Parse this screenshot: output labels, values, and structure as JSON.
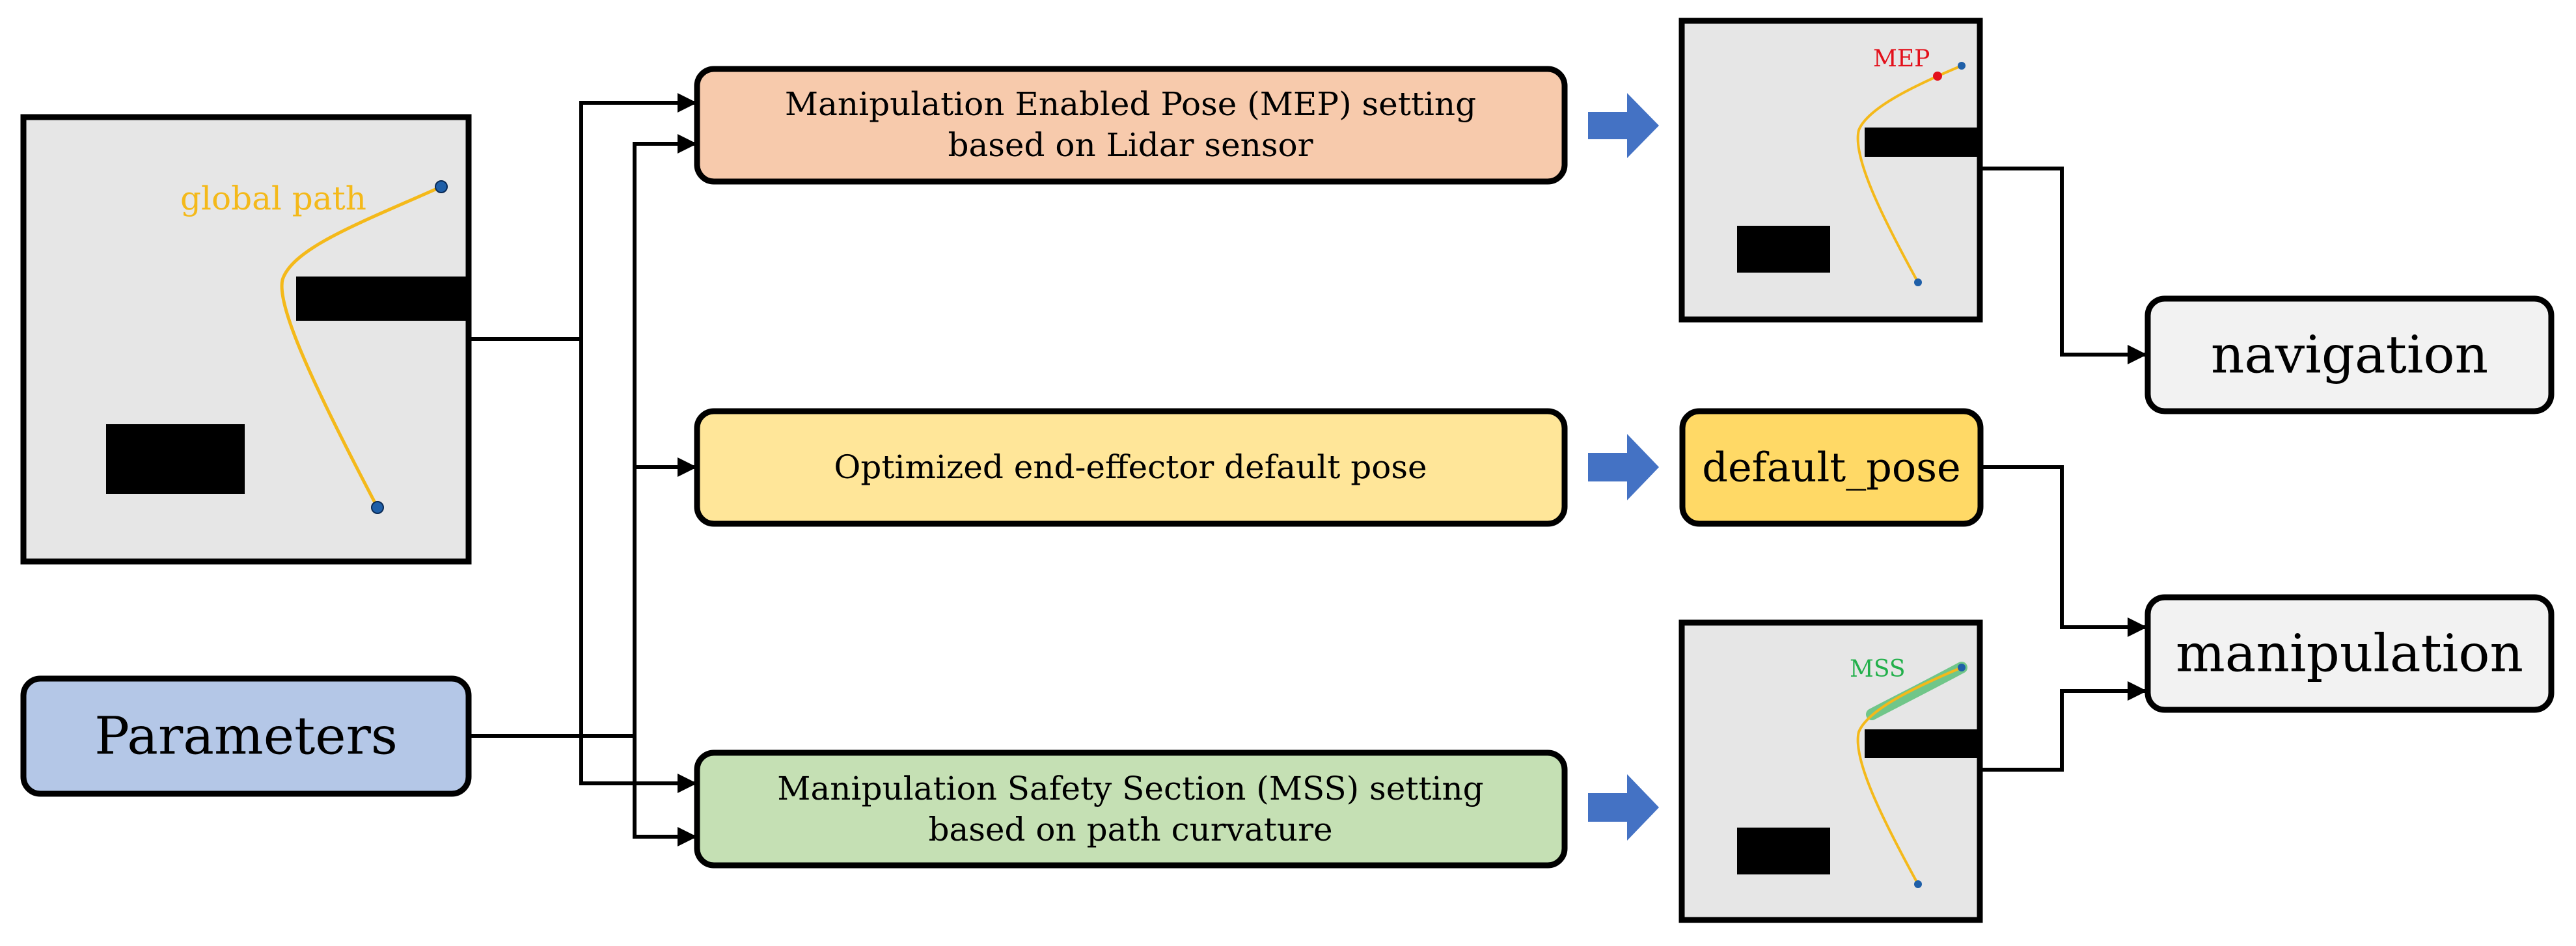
{
  "left_map": {
    "path_label": "global path"
  },
  "parameters_box": {
    "label": "Parameters"
  },
  "mep_box": {
    "line1": "Manipulation Enabled Pose (MEP) setting",
    "line2": "based on Lidar sensor"
  },
  "default_pose_box": {
    "label": "Optimized end-effector default pose"
  },
  "mss_box": {
    "line1": "Manipulation Safety Section (MSS) setting",
    "line2": "based on path curvature"
  },
  "mep_map": {
    "marker_label": "MEP"
  },
  "default_pose_output": {
    "label": "default_pose"
  },
  "mss_map": {
    "marker_label": "MSS"
  },
  "navigation_box": {
    "label": "navigation"
  },
  "manipulation_box": {
    "label": "manipulation"
  },
  "colors": {
    "path": "#f4b91a",
    "endpoint": "#1f5fa8",
    "mep_marker": "#e3101b",
    "mss_marker": "#22b04b",
    "mep_fill": "#f7caac",
    "default_fill": "#ffe699",
    "default_output_fill": "#ffd966",
    "mss_fill": "#c5e0b4",
    "parameters_fill": "#b4c7e7",
    "map_fill": "#e6e6e6",
    "output_fill": "#f2f2f2",
    "block_arrow": "#4472c4"
  }
}
